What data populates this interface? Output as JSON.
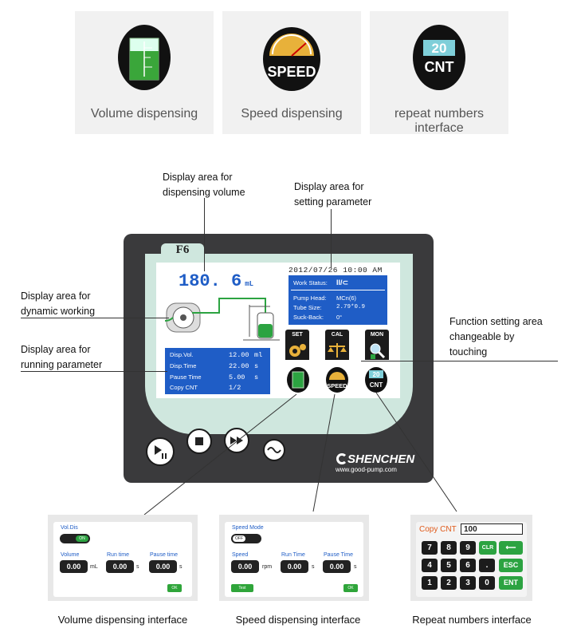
{
  "features": [
    {
      "label": "Volume dispensing",
      "icon": "beaker-icon"
    },
    {
      "label": "Speed dispensing",
      "icon": "speed-gauge-icon",
      "icon_text": "SPEED"
    },
    {
      "label": "repeat numbers interface",
      "icon": "count-icon",
      "icon_num": "20",
      "icon_text": "CNT"
    }
  ],
  "callouts": {
    "volume_area": [
      "Display area for",
      "dispensing volume"
    ],
    "setting_area": [
      "Display area for",
      "setting parameter"
    ],
    "dynamic_area": [
      "Display area for",
      "dynamic working"
    ],
    "running_area": [
      "Display area for",
      "running parameter"
    ],
    "function_area": [
      "Function setting area",
      "changeable by",
      "touching"
    ]
  },
  "device": {
    "model": "F6",
    "volume": "180. 6",
    "volume_unit": "mL",
    "datetime": "2012/07/26 10:00 AM",
    "work_status_label": "Work Status:",
    "work_status_value": "II/⊂",
    "pump_head_label": "Pump Head:",
    "pump_head_value": "MCn(6)",
    "tube_size_label": "Tube Size:",
    "tube_size_value": "2.79*0.9",
    "suck_back_label": "Suck-Back:",
    "suck_back_value": "0°",
    "params": [
      {
        "name": "Disp.Vol.",
        "value": "12.00",
        "unit": "ml"
      },
      {
        "name": "Disp.Time",
        "value": "22.00",
        "unit": "s"
      },
      {
        "name": "Pause Time",
        "value": "5.00",
        "unit": "s"
      },
      {
        "name": "Copy CNT",
        "value": "1/2",
        "unit": ""
      }
    ],
    "fn_set": "SET",
    "fn_cal": "CAL",
    "fn_mon": "MON",
    "speed_text": "SPEED",
    "cnt_num": "20",
    "cnt_text": "CNT",
    "brand": "SHENCHEN",
    "website": "www.good-pump.com"
  },
  "vol_interface": {
    "title": "Vol.Dis",
    "toggle": "ON",
    "fields": [
      {
        "label": "Volume",
        "value": "0.00",
        "unit": "mL"
      },
      {
        "label": "Run time",
        "value": "0.00",
        "unit": "s"
      },
      {
        "label": "Pause time",
        "value": "0.00",
        "unit": "s"
      }
    ],
    "ok": "OK",
    "caption": "Volume dispensing interface"
  },
  "speed_interface": {
    "title": "Speed Mode",
    "toggle": "OFF",
    "fields": [
      {
        "label": "Speed",
        "value": "0.00",
        "unit": "rpm"
      },
      {
        "label": "Run Time",
        "value": "0.00",
        "unit": "s"
      },
      {
        "label": "Pause Time",
        "value": "0.00",
        "unit": "s"
      }
    ],
    "test": "Test",
    "ok": "OK",
    "caption": "Speed dispensing interface"
  },
  "repeat_interface": {
    "label": "Copy CNT",
    "value": "100",
    "keys": [
      "7",
      "8",
      "9",
      "CLR",
      "4",
      "5",
      "6",
      ".",
      "1",
      "2",
      "3",
      "0"
    ],
    "esc": "ESC",
    "ent": "ENT",
    "caption": "Repeat numbers interface"
  },
  "colors": {
    "lcd_blue": "#1f5dc6",
    "screen_teal": "#cfe7de",
    "green": "#2ca341",
    "body": "#3a3a3c"
  }
}
